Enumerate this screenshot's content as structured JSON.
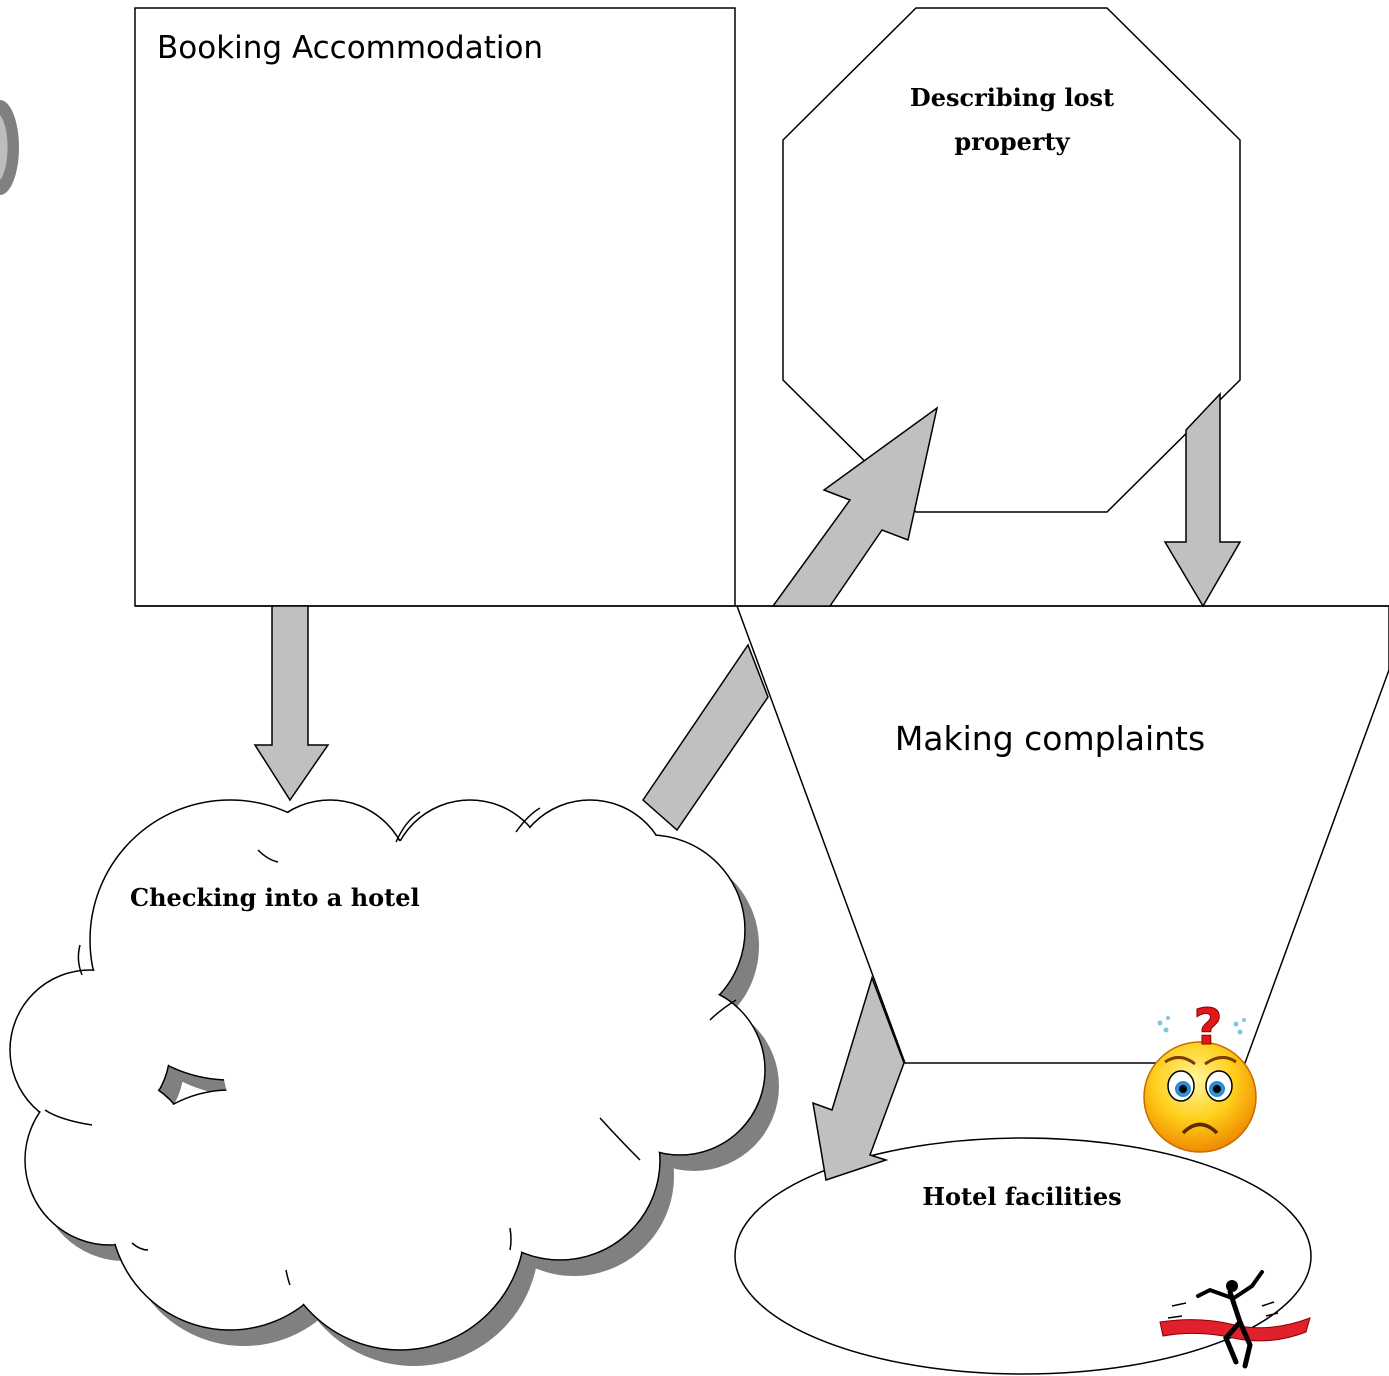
{
  "boxes": {
    "booking": "Booking Accommodation",
    "lost_property_line1": "Describing lost",
    "lost_property_line2": "property",
    "complaints": "Making complaints",
    "checking_in": "Checking into a hotel",
    "facilities": "Hotel facilities"
  },
  "icons": {
    "confused_face": "confused-face-icon",
    "runner": "finish-line-runner-icon"
  },
  "colors": {
    "arrow_fill": "#c0c0c0",
    "cloud_shadow": "#808080",
    "stroke": "#000000"
  }
}
